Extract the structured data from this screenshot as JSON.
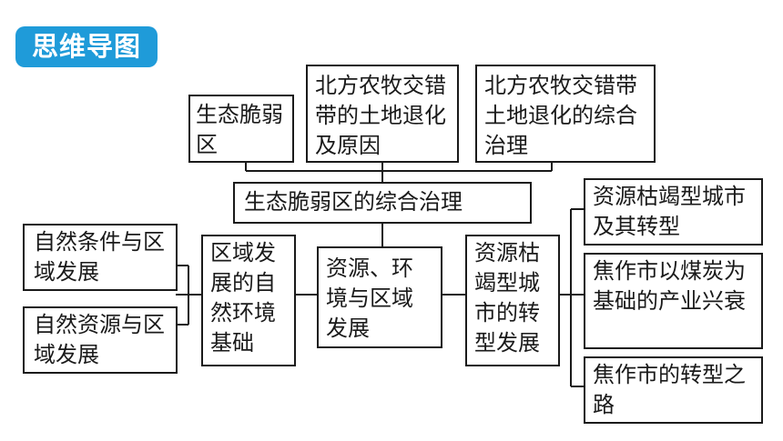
{
  "badge": {
    "label": "思维导图"
  },
  "diagram": {
    "root": "生态脆弱区的综合治理",
    "top": {
      "eco_fragile": "生态脆弱区",
      "north_degradation": "北方农牧交错带的土地退化及原因",
      "north_governance": "北方农牧交错带土地退化的综合治理"
    },
    "middle": {
      "regional_basis": "区域发展的自然环境基础",
      "resource_env": "资源、环境与区域发展",
      "resource_city": "资源枯竭型城市的转型发展"
    },
    "left": {
      "natural_conditions": "自然条件与区域发展",
      "natural_resources": "自然资源与区域发展"
    },
    "right": {
      "city_transform": "资源枯竭型城市及其转型",
      "jiaozuo_coal": "焦作市以煤炭为基础的产业兴衰",
      "jiaozuo_road": "焦作市的转型之路"
    }
  }
}
